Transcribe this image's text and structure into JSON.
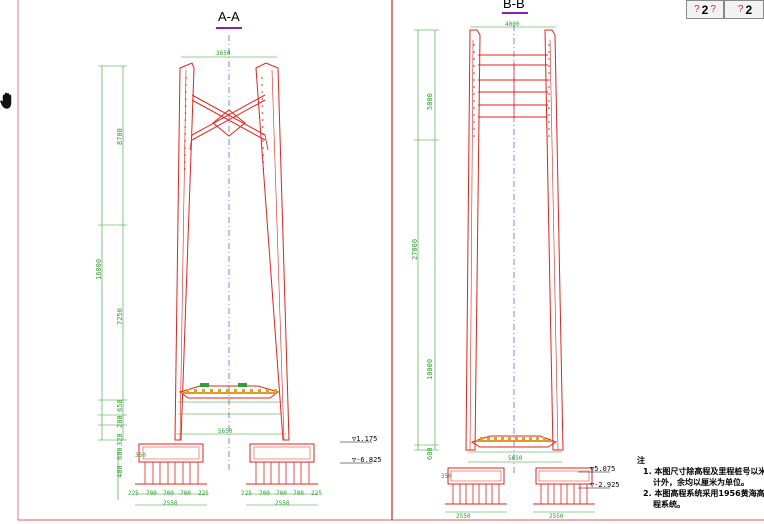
{
  "views": {
    "aa": {
      "title": "A-A"
    },
    "bb": {
      "title": "B-B"
    }
  },
  "colors": {
    "structure": "#e8201a",
    "dimension": "#2ea02e",
    "centerline": "#2f5fd6",
    "frame": "#d12020",
    "title_underline": "#8a1fb5"
  },
  "aa_dims": {
    "top_width": "3650",
    "upper": "8700",
    "total": "16000",
    "lower": "7250",
    "d1": "650",
    "d2": "200",
    "d3": "320",
    "d4": "600",
    "d5": "400",
    "bottom_width": "5650"
  },
  "bb_dims": {
    "top_width": "4000",
    "upper": "5000",
    "total": "27000",
    "lower": "10000",
    "d1": "600",
    "bottom_width": "5650"
  },
  "aa_foot": {
    "left_segments": [
      "225",
      "700",
      "700",
      "700",
      "225"
    ],
    "right_segments": [
      "225",
      "700",
      "700",
      "700",
      "225"
    ],
    "left_total": "2550",
    "right_total": "2550",
    "cap": "350"
  },
  "bb_foot": {
    "left_total": "2550",
    "right_total": "2550",
    "cap": "350"
  },
  "elevations": {
    "aa_top": "▽1.175",
    "aa_bottom": "▽-6.825",
    "bb_top": "▽5.075",
    "bb_bottom": "▽-2.925"
  },
  "notes": {
    "heading": "注",
    "line1": "1. 本图尺寸除高程及里程桩号以米",
    "line2": "计外，余均以厘米为单位。",
    "line3": "2. 本图高程系统采用1956黄海高",
    "line4": "程系统。"
  },
  "toolbar": {
    "count_a": "2",
    "count_b": "2"
  },
  "icons": {
    "cursor": "hand-icon",
    "help": "question-icon"
  }
}
